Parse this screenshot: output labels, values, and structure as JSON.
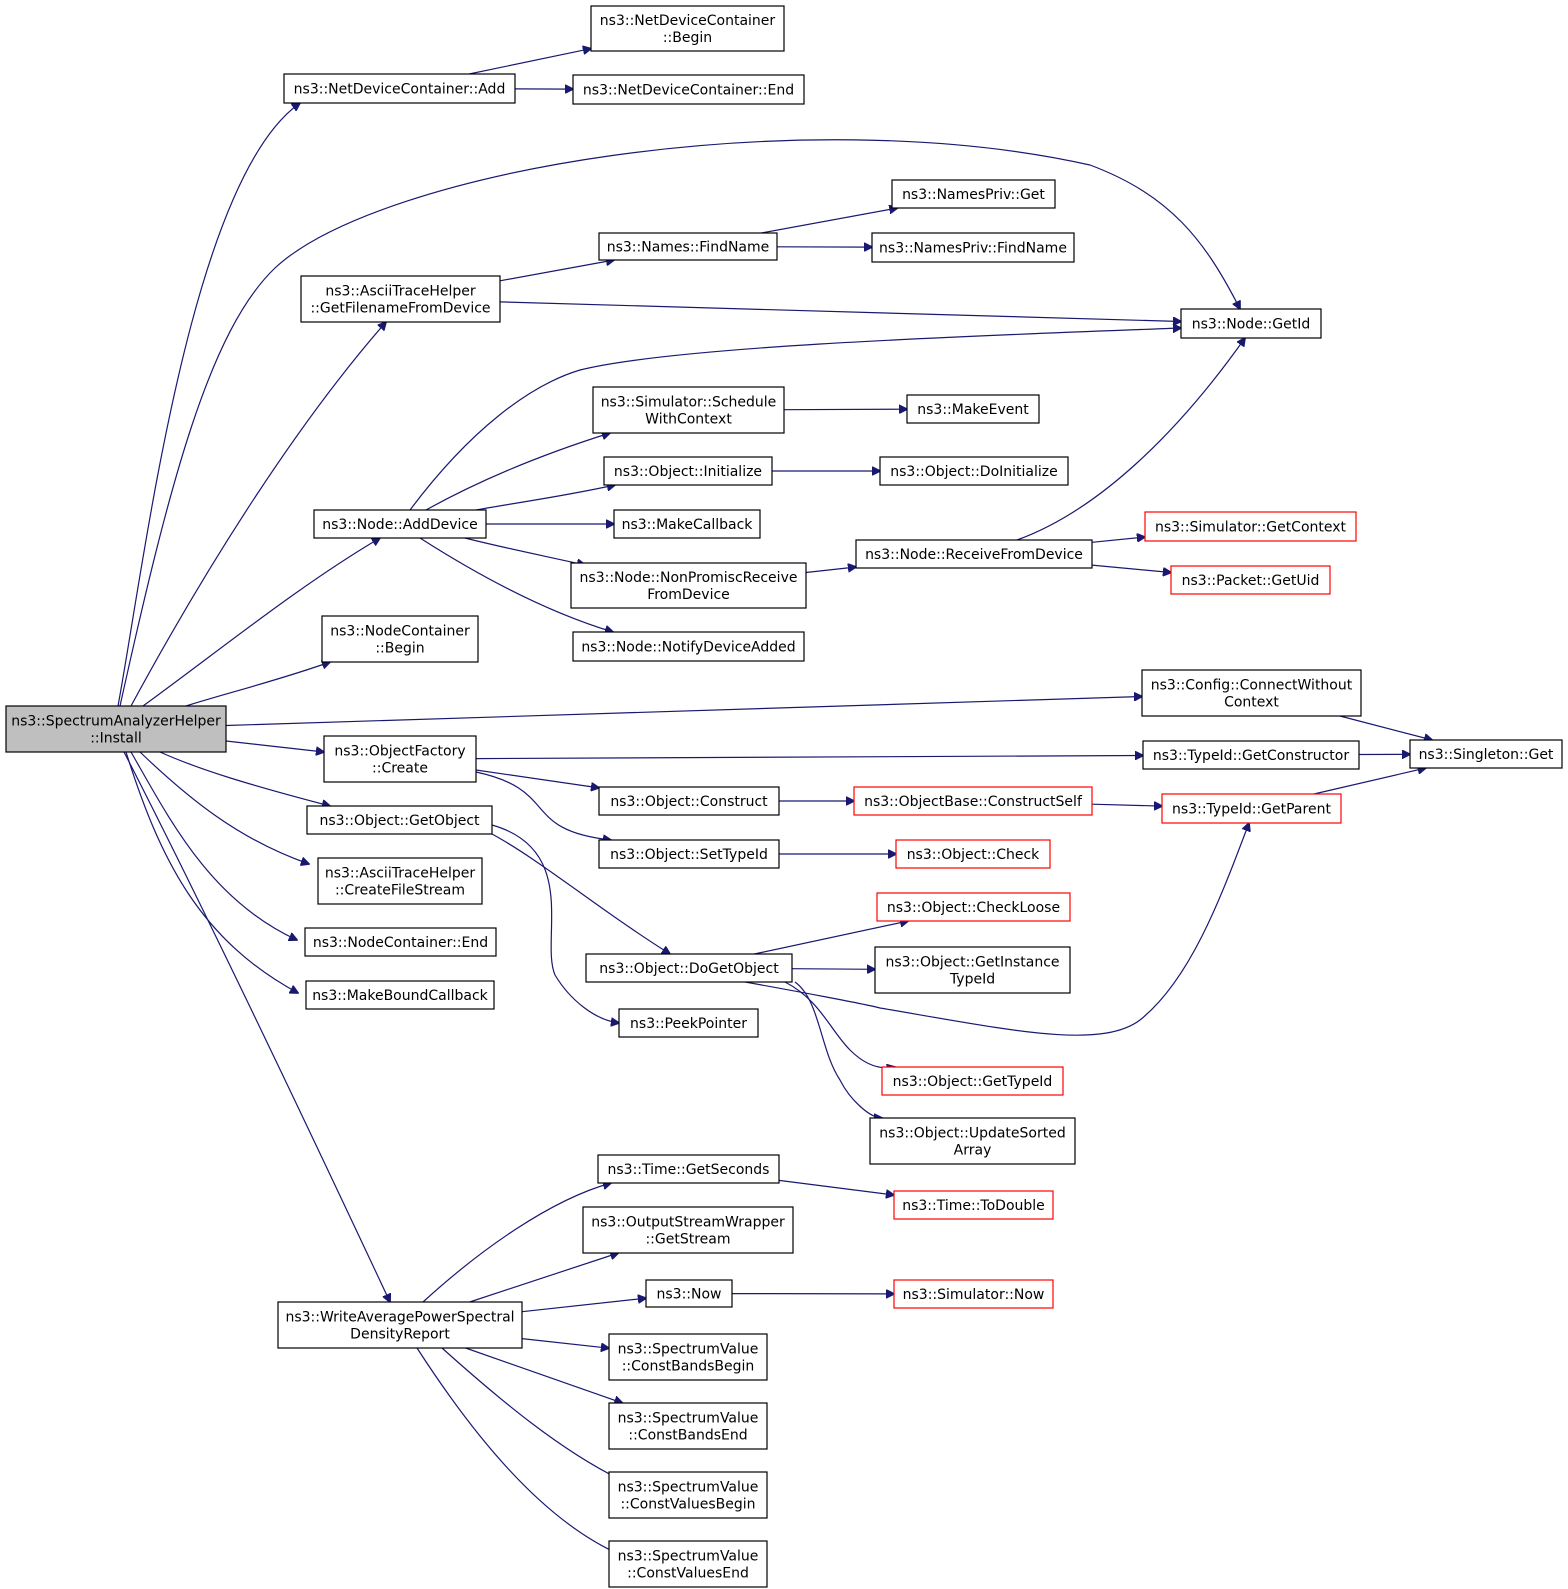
{
  "colors": {
    "edge": "#191970",
    "node_border": "#000000",
    "truncated_node_border": "#ff0000",
    "root_fill": "#bfbfbf",
    "node_fill": "#ffffff"
  },
  "nodes": [
    {
      "id": "root",
      "lines": [
        "ns3::SpectrumAnalyzerHelper",
        "::Install"
      ],
      "root": true
    },
    {
      "id": "ndcAdd",
      "lines": [
        "ns3::NetDeviceContainer::Add"
      ]
    },
    {
      "id": "ndcBegin",
      "lines": [
        "ns3::NetDeviceContainer",
        "::Begin"
      ]
    },
    {
      "id": "ndcEnd",
      "lines": [
        "ns3::NetDeviceContainer::End"
      ]
    },
    {
      "id": "asciiGetFn",
      "lines": [
        "ns3::AsciiTraceHelper",
        "::GetFilenameFromDevice"
      ]
    },
    {
      "id": "namesFind",
      "lines": [
        "ns3::Names::FindName"
      ]
    },
    {
      "id": "npGet",
      "lines": [
        "ns3::NamesPriv::Get"
      ]
    },
    {
      "id": "npFind",
      "lines": [
        "ns3::NamesPriv::FindName"
      ]
    },
    {
      "id": "nodeGetId",
      "lines": [
        "ns3::Node::GetId"
      ]
    },
    {
      "id": "simSched",
      "lines": [
        "ns3::Simulator::Schedule",
        "WithContext"
      ]
    },
    {
      "id": "makeEvent",
      "lines": [
        "ns3::MakeEvent"
      ]
    },
    {
      "id": "objInit",
      "lines": [
        "ns3::Object::Initialize"
      ]
    },
    {
      "id": "objDoInit",
      "lines": [
        "ns3::Object::DoInitialize"
      ]
    },
    {
      "id": "nodeAddDev",
      "lines": [
        "ns3::Node::AddDevice"
      ]
    },
    {
      "id": "makeCb",
      "lines": [
        "ns3::MakeCallback"
      ]
    },
    {
      "id": "nodeRecv",
      "lines": [
        "ns3::Node::ReceiveFromDevice"
      ]
    },
    {
      "id": "simGetCtx",
      "lines": [
        "ns3::Simulator::GetContext"
      ],
      "truncated": true
    },
    {
      "id": "pktUid",
      "lines": [
        "ns3::Packet::GetUid"
      ],
      "truncated": true
    },
    {
      "id": "nonPromisc",
      "lines": [
        "ns3::Node::NonPromiscReceive",
        "FromDevice"
      ]
    },
    {
      "id": "notifyDev",
      "lines": [
        "ns3::Node::NotifyDeviceAdded"
      ]
    },
    {
      "id": "ncBegin",
      "lines": [
        "ns3::NodeContainer",
        "::Begin"
      ]
    },
    {
      "id": "cfgConnect",
      "lines": [
        "ns3::Config::ConnectWithout",
        "Context"
      ]
    },
    {
      "id": "singleton",
      "lines": [
        "ns3::Singleton::Get"
      ]
    },
    {
      "id": "ofCreate",
      "lines": [
        "ns3::ObjectFactory",
        "::Create"
      ]
    },
    {
      "id": "tidCtor",
      "lines": [
        "ns3::TypeId::GetConstructor"
      ]
    },
    {
      "id": "objConstruct",
      "lines": [
        "ns3::Object::Construct"
      ]
    },
    {
      "id": "obConstructSelf",
      "lines": [
        "ns3::ObjectBase::ConstructSelf"
      ],
      "truncated": true
    },
    {
      "id": "tidParent",
      "lines": [
        "ns3::TypeId::GetParent"
      ],
      "truncated": true
    },
    {
      "id": "objGetObj",
      "lines": [
        "ns3::Object::GetObject"
      ]
    },
    {
      "id": "objSetTid",
      "lines": [
        "ns3::Object::SetTypeId"
      ]
    },
    {
      "id": "objCheck",
      "lines": [
        "ns3::Object::Check"
      ],
      "truncated": true
    },
    {
      "id": "asciiCreate",
      "lines": [
        "ns3::AsciiTraceHelper",
        "::CreateFileStream"
      ]
    },
    {
      "id": "objCheckLoose",
      "lines": [
        "ns3::Object::CheckLoose"
      ],
      "truncated": true
    },
    {
      "id": "ncEnd",
      "lines": [
        "ns3::NodeContainer::End"
      ]
    },
    {
      "id": "objDoGet",
      "lines": [
        "ns3::Object::DoGetObject"
      ]
    },
    {
      "id": "objInstTid",
      "lines": [
        "ns3::Object::GetInstance",
        "TypeId"
      ]
    },
    {
      "id": "makeBound",
      "lines": [
        "ns3::MakeBoundCallback"
      ]
    },
    {
      "id": "peekPtr",
      "lines": [
        "ns3::PeekPointer"
      ]
    },
    {
      "id": "objGetTid",
      "lines": [
        "ns3::Object::GetTypeId"
      ],
      "truncated": true
    },
    {
      "id": "objUpdSorted",
      "lines": [
        "ns3::Object::UpdateSorted",
        "Array"
      ]
    },
    {
      "id": "timeGetSec",
      "lines": [
        "ns3::Time::GetSeconds"
      ]
    },
    {
      "id": "timeToDouble",
      "lines": [
        "ns3::Time::ToDouble"
      ],
      "truncated": true
    },
    {
      "id": "oswGetStream",
      "lines": [
        "ns3::OutputStreamWrapper",
        "::GetStream"
      ]
    },
    {
      "id": "now",
      "lines": [
        "ns3::Now"
      ]
    },
    {
      "id": "simNow",
      "lines": [
        "ns3::Simulator::Now"
      ],
      "truncated": true
    },
    {
      "id": "writeAvg",
      "lines": [
        "ns3::WriteAveragePowerSpectral",
        "DensityReport"
      ]
    },
    {
      "id": "svCBB",
      "lines": [
        "ns3::SpectrumValue",
        "::ConstBandsBegin"
      ]
    },
    {
      "id": "svCBE",
      "lines": [
        "ns3::SpectrumValue",
        "::ConstBandsEnd"
      ]
    },
    {
      "id": "svCVB",
      "lines": [
        "ns3::SpectrumValue",
        "::ConstValuesBegin"
      ]
    },
    {
      "id": "svCVE",
      "lines": [
        "ns3::SpectrumValue",
        "::ConstValuesEnd"
      ]
    }
  ],
  "edges": [
    {
      "from": "root",
      "to": "ndcAdd"
    },
    {
      "from": "ndcAdd",
      "to": "ndcBegin"
    },
    {
      "from": "ndcAdd",
      "to": "ndcEnd"
    },
    {
      "from": "root",
      "to": "nodeGetId"
    },
    {
      "from": "root",
      "to": "asciiGetFn"
    },
    {
      "from": "asciiGetFn",
      "to": "namesFind"
    },
    {
      "from": "namesFind",
      "to": "npGet"
    },
    {
      "from": "namesFind",
      "to": "npFind"
    },
    {
      "from": "asciiGetFn",
      "to": "nodeGetId"
    },
    {
      "from": "root",
      "to": "nodeAddDev"
    },
    {
      "from": "nodeAddDev",
      "to": "nodeGetId"
    },
    {
      "from": "nodeAddDev",
      "to": "simSched"
    },
    {
      "from": "simSched",
      "to": "makeEvent"
    },
    {
      "from": "nodeAddDev",
      "to": "objInit"
    },
    {
      "from": "objInit",
      "to": "objDoInit"
    },
    {
      "from": "nodeAddDev",
      "to": "makeCb"
    },
    {
      "from": "nodeAddDev",
      "to": "nonPromisc"
    },
    {
      "from": "nonPromisc",
      "to": "nodeRecv"
    },
    {
      "from": "nodeRecv",
      "to": "nodeGetId"
    },
    {
      "from": "nodeRecv",
      "to": "simGetCtx"
    },
    {
      "from": "nodeRecv",
      "to": "pktUid"
    },
    {
      "from": "nodeAddDev",
      "to": "notifyDev"
    },
    {
      "from": "root",
      "to": "ncBegin"
    },
    {
      "from": "root",
      "to": "cfgConnect"
    },
    {
      "from": "cfgConnect",
      "to": "singleton"
    },
    {
      "from": "root",
      "to": "ofCreate"
    },
    {
      "from": "ofCreate",
      "to": "tidCtor"
    },
    {
      "from": "tidCtor",
      "to": "singleton"
    },
    {
      "from": "ofCreate",
      "to": "objConstruct"
    },
    {
      "from": "objConstruct",
      "to": "obConstructSelf"
    },
    {
      "from": "obConstructSelf",
      "to": "tidParent"
    },
    {
      "from": "tidParent",
      "to": "singleton"
    },
    {
      "from": "ofCreate",
      "to": "objSetTid"
    },
    {
      "from": "objSetTid",
      "to": "objCheck"
    },
    {
      "from": "root",
      "to": "objGetObj"
    },
    {
      "from": "objGetObj",
      "to": "objDoGet"
    },
    {
      "from": "objGetObj",
      "to": "peekPtr"
    },
    {
      "from": "objDoGet",
      "to": "objCheckLoose"
    },
    {
      "from": "objDoGet",
      "to": "objInstTid"
    },
    {
      "from": "objDoGet",
      "to": "tidParent"
    },
    {
      "from": "objDoGet",
      "to": "objGetTid"
    },
    {
      "from": "objDoGet",
      "to": "objUpdSorted"
    },
    {
      "from": "root",
      "to": "asciiCreate"
    },
    {
      "from": "root",
      "to": "ncEnd"
    },
    {
      "from": "root",
      "to": "makeBound"
    },
    {
      "from": "root",
      "to": "writeAvg"
    },
    {
      "from": "writeAvg",
      "to": "timeGetSec"
    },
    {
      "from": "timeGetSec",
      "to": "timeToDouble"
    },
    {
      "from": "writeAvg",
      "to": "oswGetStream"
    },
    {
      "from": "writeAvg",
      "to": "now"
    },
    {
      "from": "now",
      "to": "simNow"
    },
    {
      "from": "writeAvg",
      "to": "svCBB"
    },
    {
      "from": "writeAvg",
      "to": "svCBE"
    },
    {
      "from": "writeAvg",
      "to": "svCVB"
    },
    {
      "from": "writeAvg",
      "to": "svCVE"
    }
  ]
}
